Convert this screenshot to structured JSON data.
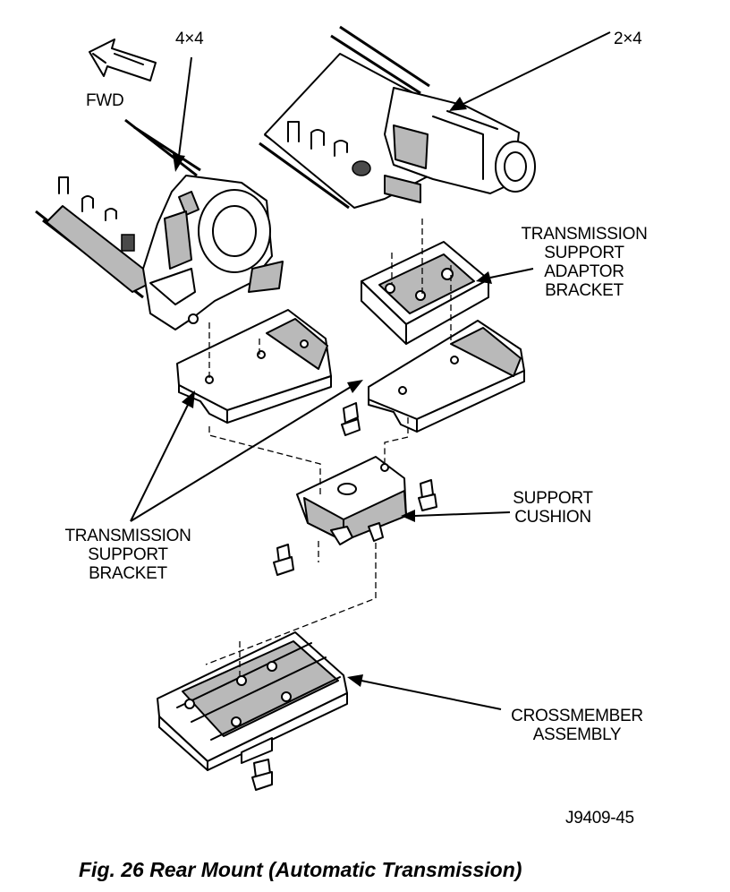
{
  "labels": {
    "fwd": "FWD",
    "four_by_four": "4×4",
    "two_by_four": "2×4",
    "adaptor_bracket": [
      "TRANSMISSION",
      "SUPPORT",
      "ADAPTOR",
      "BRACKET"
    ],
    "support_bracket": [
      "TRANSMISSION",
      "SUPPORT",
      "BRACKET"
    ],
    "support_cushion": [
      "SUPPORT",
      "CUSHION"
    ],
    "crossmember": [
      "CROSSMEMBER",
      "ASSEMBLY"
    ],
    "figure_code": "J9409-45"
  },
  "caption": "Fig. 26 Rear Mount (Automatic Transmission)"
}
